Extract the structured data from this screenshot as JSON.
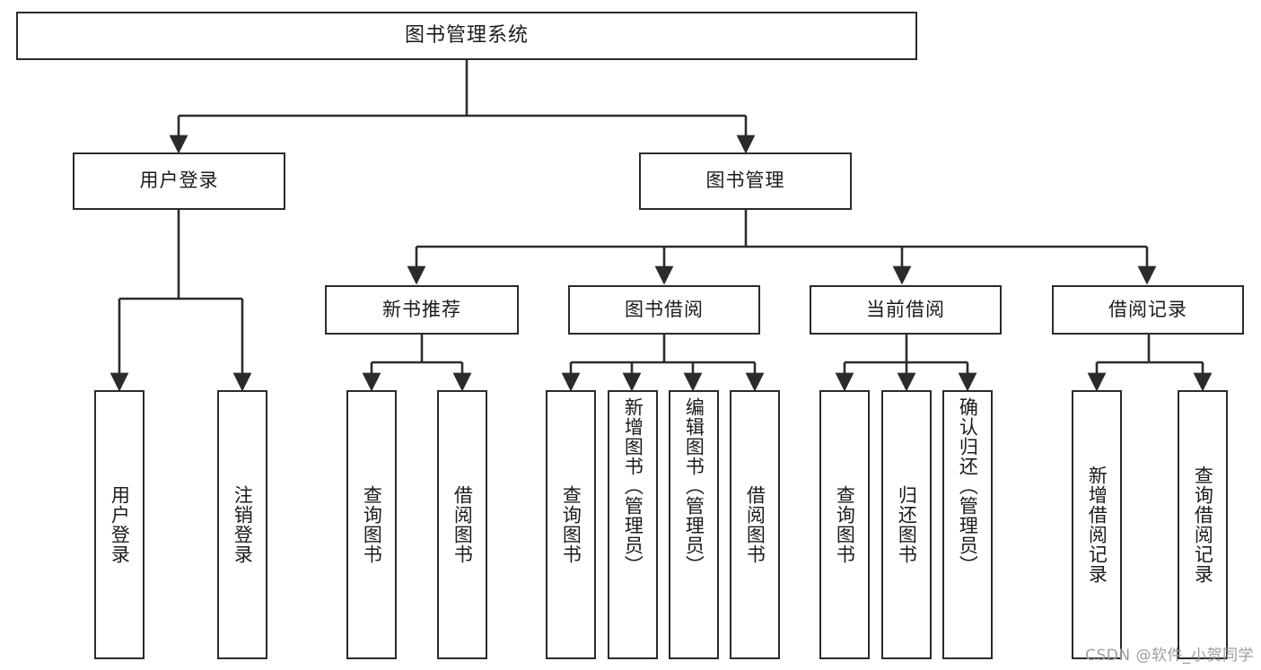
{
  "diagram": {
    "type": "tree",
    "title": "图书管理系统",
    "stroke_color": "#2b2b2b",
    "fill_color": "#ffffff",
    "text_color": "#1b1b1b",
    "background": "#ffffff",
    "watermark": "CSDN @软件_小贺同学",
    "root": {
      "label": "图书管理系统"
    },
    "level2": [
      {
        "label": "用户登录"
      },
      {
        "label": "图书管理"
      }
    ],
    "level3": [
      {
        "label": "新书推荐"
      },
      {
        "label": "图书借阅"
      },
      {
        "label": "当前借阅"
      },
      {
        "label": "借阅记录"
      }
    ],
    "leaves": {
      "user_login": [
        {
          "label": "用户登录"
        },
        {
          "label": "注销登录"
        }
      ],
      "new_book_recommend": [
        {
          "label": "查询图书"
        },
        {
          "label": "借阅图书"
        }
      ],
      "book_borrow": [
        {
          "label": "查询图书"
        },
        {
          "label": "新增图书（管理员）"
        },
        {
          "label": "编辑图书（管理员）"
        },
        {
          "label": "借阅图书"
        }
      ],
      "current_borrow": [
        {
          "label": "查询图书"
        },
        {
          "label": "归还图书"
        },
        {
          "label": "确认归还（管理员）"
        }
      ],
      "borrow_record": [
        {
          "label": "新增借阅记录"
        },
        {
          "label": "查询借阅记录"
        }
      ]
    }
  }
}
